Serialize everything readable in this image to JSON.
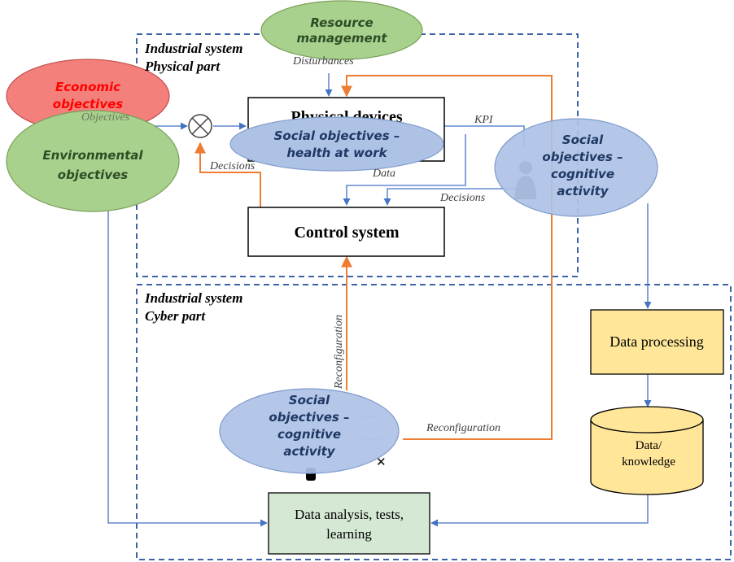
{
  "regions": {
    "physical_part": "Industrial system\nPhysical part",
    "cyber_part": "Industrial system\nCyber part"
  },
  "boxes": {
    "physical_devices": "Physical devices",
    "control_system": "Control system",
    "data_processing": "Data processing",
    "data_knowledge": "Data/\nknowledge",
    "data_analysis": "Data analysis, tests,\nlearning"
  },
  "ellipses": {
    "resource_management": "Resource\nmanagement",
    "economic_objectives": "Economic\nobjectives",
    "environmental_objectives": "Environmental\nobjectives",
    "social_health": "Social objectives –\nhealth at work",
    "social_cognitive_top": "Social\nobjectives –\ncognitive\nactivity",
    "social_cognitive_bottom": "Social\nobjectives –\ncognitive\nactivity"
  },
  "flows": {
    "disturbances": "Disturbances",
    "objectives": "Objectives",
    "decisions_left": "Decisions",
    "data": "Data",
    "kpi": "KPI",
    "decisions_right": "Decisions",
    "reconfiguration_vertical": "Reconfiguration",
    "reconfiguration_horizontal": "Reconfiguration"
  },
  "colors": {
    "region_border": "#3e63a8",
    "blue_arrow": "#4472c4",
    "orange_arrow": "#ed7d31",
    "green_fill": "#a9d18e",
    "red_fill": "#f4807b",
    "blue_fill": "#aec2e6",
    "yellow_fill": "#ffe699",
    "box_green": "#d5e8d4"
  },
  "icons": {
    "comparator": "summing-junction-icon",
    "worker_top": "worker-icon",
    "worker_bottom": "worker-icon",
    "checklist": "checklist-icon"
  }
}
